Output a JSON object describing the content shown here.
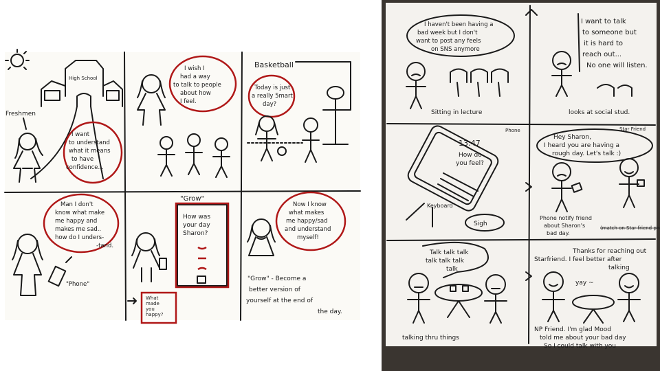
{
  "storyboard_left": {
    "panel1": {
      "school_sign": "High School",
      "freshman_label": "Freshmen",
      "bubble": [
        "I want",
        "to understand",
        "what it means",
        "to have",
        "confidence..."
      ]
    },
    "panel2": {
      "bubble": [
        "I wish I",
        "had a way",
        "to talk to people",
        "about how",
        "I feel."
      ]
    },
    "panel3": {
      "sign": "Basketball",
      "bubble": [
        "Today is just",
        "a really 5mart",
        "day?"
      ]
    },
    "panel4": {
      "bubble": [
        "Man I don't",
        "know what make",
        "me happy and",
        "makes me sad..",
        "how do I unders-",
        "-tand."
      ],
      "phone_label": "\"Phone\""
    },
    "panel5": {
      "title": "\"Grow\"",
      "screen": [
        "How was",
        "your day",
        "Sharon?"
      ],
      "note": [
        "What",
        "made",
        "you",
        "happy?"
      ]
    },
    "panel6": {
      "bubble": [
        "Now I know",
        "what makes",
        "me happy/sad",
        "and understand",
        "myself!"
      ],
      "caption": [
        "\"Grow\" - Become a",
        "better version of",
        "yourself at the end of",
        "the day."
      ]
    }
  },
  "storyboard_right": {
    "panel1": {
      "bubble": [
        "I haven't been having a",
        "bad week but I don't",
        "want to post any feels",
        "on SNS anymore"
      ],
      "caption": "Sitting in lecture"
    },
    "panel2": {
      "bubble": [
        "I want to talk",
        "to someone but",
        "it is hard to",
        "reach out...",
        "No one will listen."
      ],
      "caption": "looks at social stud."
    },
    "panel3": {
      "tag": "Phone",
      "time": "13:47",
      "screen": [
        "How do",
        "you feel?"
      ],
      "keyboard": "Keyboard",
      "sigh": "Sigh"
    },
    "panel4": {
      "tag": "Star Friend",
      "bubble": [
        "Hey Sharon,",
        "I heard you are having a",
        "rough day. Let's talk :)"
      ],
      "caption": [
        "Phone notify friend",
        "about Sharon's",
        "bad day."
      ],
      "strike": "(match on Star friend phone)"
    },
    "panel5": {
      "talk": [
        "Talk talk talk",
        "talk talk talk",
        "talk"
      ],
      "caption": "talking thru things"
    },
    "panel6": {
      "bubble": [
        "Thanks for reaching out",
        "Starfriend. I feel better after",
        "talking"
      ],
      "yay": "yay ~",
      "reply": [
        "NP Friend. I'm glad Mood",
        "told me about your bad day",
        "So I could talk with you"
      ]
    }
  },
  "colors": {
    "ink": "#1a1a1a",
    "accent_red": "#b01818",
    "paper": "#fbfaf6",
    "paper_right": "#f4f2ee",
    "dark_bg": "#3a3530"
  }
}
